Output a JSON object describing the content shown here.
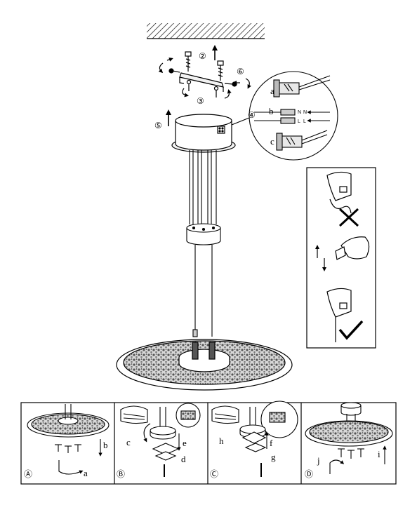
{
  "diagram": {
    "main_steps": [
      "②",
      "③",
      "④",
      "⑤",
      "⑥"
    ],
    "connector_labels": [
      "a",
      "b",
      "c"
    ],
    "wire_labels": [
      "N",
      "L",
      "N",
      "L"
    ],
    "panels": [
      {
        "id": "A",
        "sub_labels": [
          "a",
          "b"
        ]
      },
      {
        "id": "B",
        "sub_labels": [
          "c",
          "d",
          "e"
        ]
      },
      {
        "id": "C",
        "sub_labels": [
          "f",
          "g",
          "h"
        ]
      },
      {
        "id": "D",
        "sub_labels": [
          "i",
          "j"
        ]
      }
    ],
    "icons": [
      "ceiling-hatch-icon",
      "screw-icon",
      "rotate-arrow-icon",
      "cross-mark-icon",
      "check-mark-icon"
    ]
  }
}
